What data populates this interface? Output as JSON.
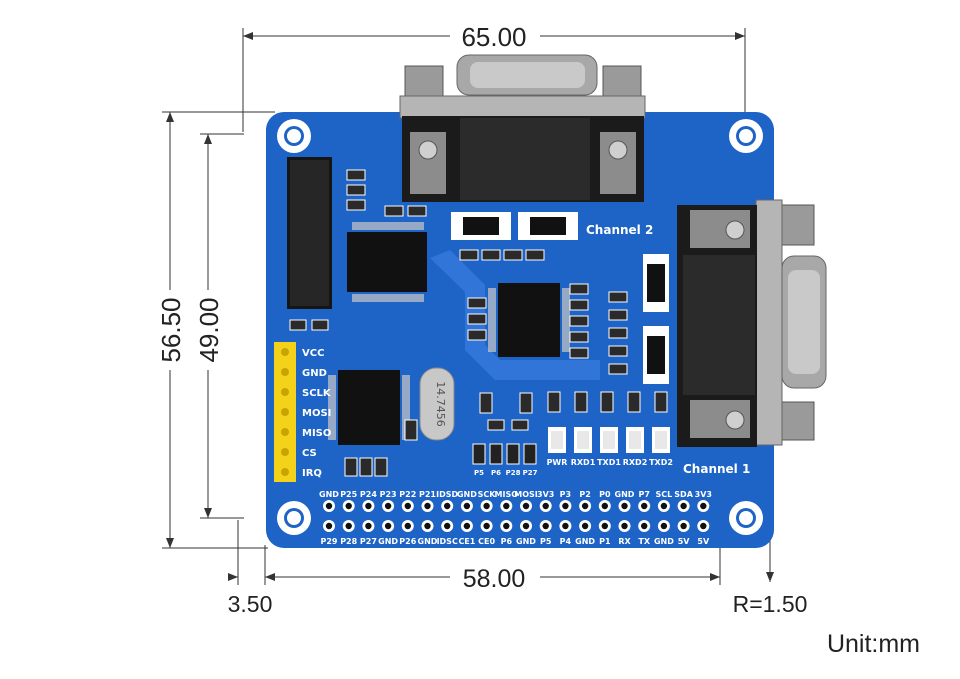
{
  "dimensions": {
    "top_width": "65.00",
    "outer_height": "56.50",
    "inner_height": "49.00",
    "bottom_width": "58.00",
    "edge_offset": "3.50",
    "corner_radius": "R=1.50",
    "unit": "Unit:mm"
  },
  "board": {
    "colors": {
      "pcb": "#1e63c6",
      "silk": "#ffffff",
      "header": "#f4d21a",
      "connector": "#1b1b1b",
      "metal": "#9a9a9a"
    },
    "channel1_label": "Channel 1",
    "channel2_label": "Channel 2",
    "crystal_label": "14.7456",
    "spi_pins": [
      "VCC",
      "GND",
      "SCLK",
      "MOSI",
      "MISO",
      "CS",
      "IRQ"
    ],
    "jumper_labels": [
      "P5",
      "P6",
      "P28",
      "P27"
    ],
    "led_labels": [
      "PWR",
      "RXD1",
      "TXD1",
      "RXD2",
      "TXD2"
    ],
    "gpio_top_labels": [
      "GND",
      "P25",
      "P24",
      "P23",
      "P22",
      "P21",
      "IDSD",
      "GND",
      "SCK",
      "MISO",
      "MOSI",
      "3V3",
      "P3",
      "P2",
      "P0",
      "GND",
      "P7",
      "SCL",
      "SDA",
      "3V3"
    ],
    "gpio_bottom_labels": [
      "P29",
      "P28",
      "P27",
      "GND",
      "P26",
      "GND",
      "IDSC",
      "CE1",
      "CE0",
      "P6",
      "GND",
      "P5",
      "P4",
      "GND",
      "P1",
      "RX",
      "TX",
      "GND",
      "5V",
      "5V"
    ]
  }
}
